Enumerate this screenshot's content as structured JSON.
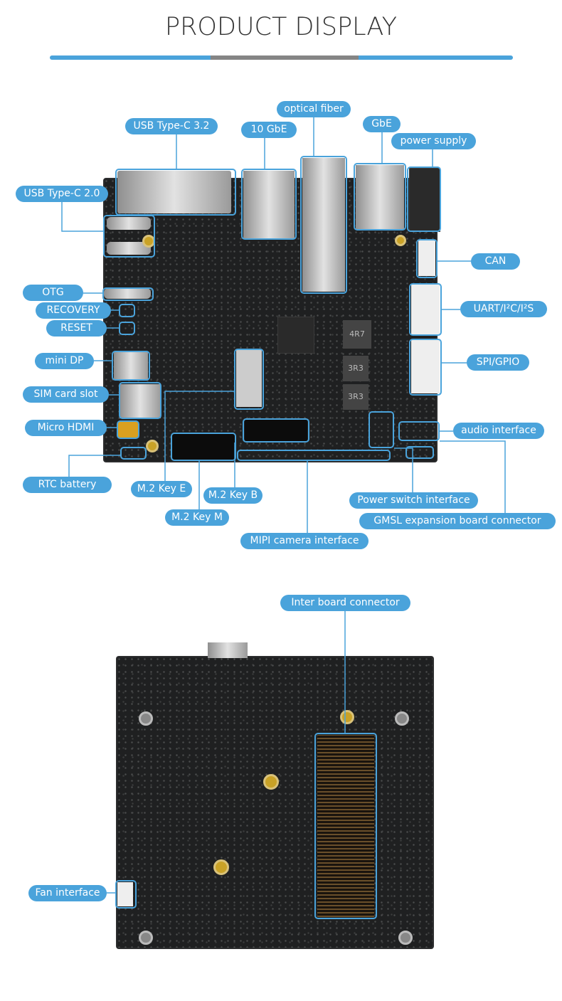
{
  "header": {
    "title": "PRODUCT DISPLAY"
  },
  "colors": {
    "accent": "#4aa3db",
    "divider_mid": "#858585",
    "title": "#333333",
    "board": "#1f2021"
  },
  "top_view_labels": {
    "usb_c_32": "USB Type-C 3.2",
    "gbe10": "10 GbE",
    "optical_fiber": "optical fiber",
    "gbe": "GbE",
    "power_supply": "power supply",
    "usb_c_20": "USB Type-C 2.0",
    "can": "CAN",
    "otg": "OTG",
    "recovery": "RECOVERY",
    "reset": "RESET",
    "uart": "UART/I²C/I²S",
    "mini_dp": "mini DP",
    "spi_gpio": "SPI/GPIO",
    "sim_slot": "SIM card slot",
    "micro_hdmi": "Micro HDMI",
    "audio": "audio interface",
    "rtc_battery": "RTC battery",
    "m2_key_e": "M.2 Key E",
    "m2_key_b": "M.2 Key B",
    "power_switch": "Power switch interface",
    "m2_key_m": "M.2 Key M",
    "gmsl": "GMSL expansion board connector",
    "mipi": "MIPI camera interface"
  },
  "bottom_view_labels": {
    "inter_board": "Inter board connector",
    "fan": "Fan interface"
  }
}
